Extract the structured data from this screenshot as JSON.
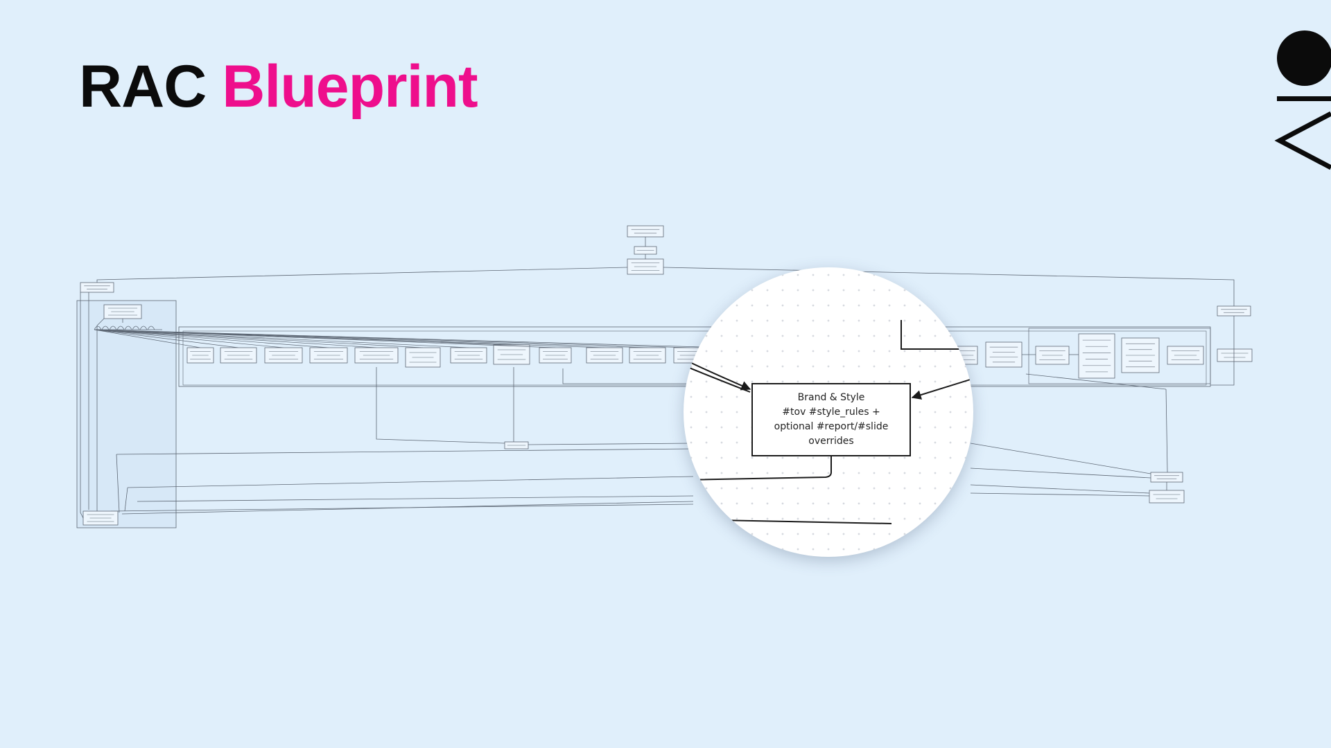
{
  "title": {
    "word1": "RAC",
    "word2": "Blueprint"
  },
  "colors": {
    "background": "#e0effb",
    "accent": "#ee0e8c",
    "ink": "#0b0b0b"
  },
  "logo": {
    "icon": "brand-logo-icon"
  },
  "zoom": {
    "node_lines": [
      "Brand & Style",
      "#tov #style_rules +",
      "optional #report/#slide",
      "overrides"
    ]
  }
}
